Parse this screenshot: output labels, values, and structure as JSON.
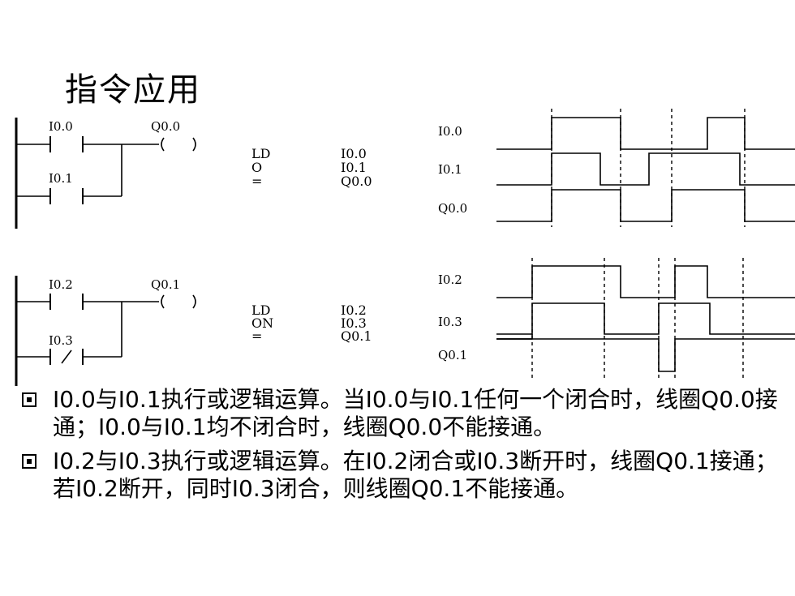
{
  "title": "指令应用",
  "ladder1": {
    "contact_a": "I0.0",
    "contact_b": "I0.1",
    "coil": "Q0.0",
    "coil_symbol": "( )",
    "ops": [
      "LD",
      "O",
      "="
    ],
    "operands": [
      "I0.0",
      "I0.1",
      "Q0.0"
    ]
  },
  "ladder2": {
    "contact_a": "I0.2",
    "contact_b": "I0.3",
    "coil": "Q0.1",
    "coil_symbol": "( )",
    "ops": [
      "LD",
      "ON",
      "="
    ],
    "operands": [
      "I0.2",
      "I0.3",
      "Q0.1"
    ]
  },
  "timing1": {
    "signals": [
      "I0.0",
      "I0.1",
      "Q0.0"
    ]
  },
  "timing2": {
    "signals": [
      "I0.2",
      "I0.3",
      "Q0.1"
    ]
  },
  "bullets": [
    "I0.0与I0.1执行或逻辑运算。当I0.0与I0.1任何一个闭合时，线圈Q0.0接通；I0.0与I0.1均不闭合时，线圈Q0.0不能接通。",
    "I0.2与I0.3执行或逻辑运算。在I0.2闭合或I0.3断开时，线圈Q0.1接通；若I0.2断开，同时I0.3闭合，则线圈Q0.1不能接通。"
  ]
}
